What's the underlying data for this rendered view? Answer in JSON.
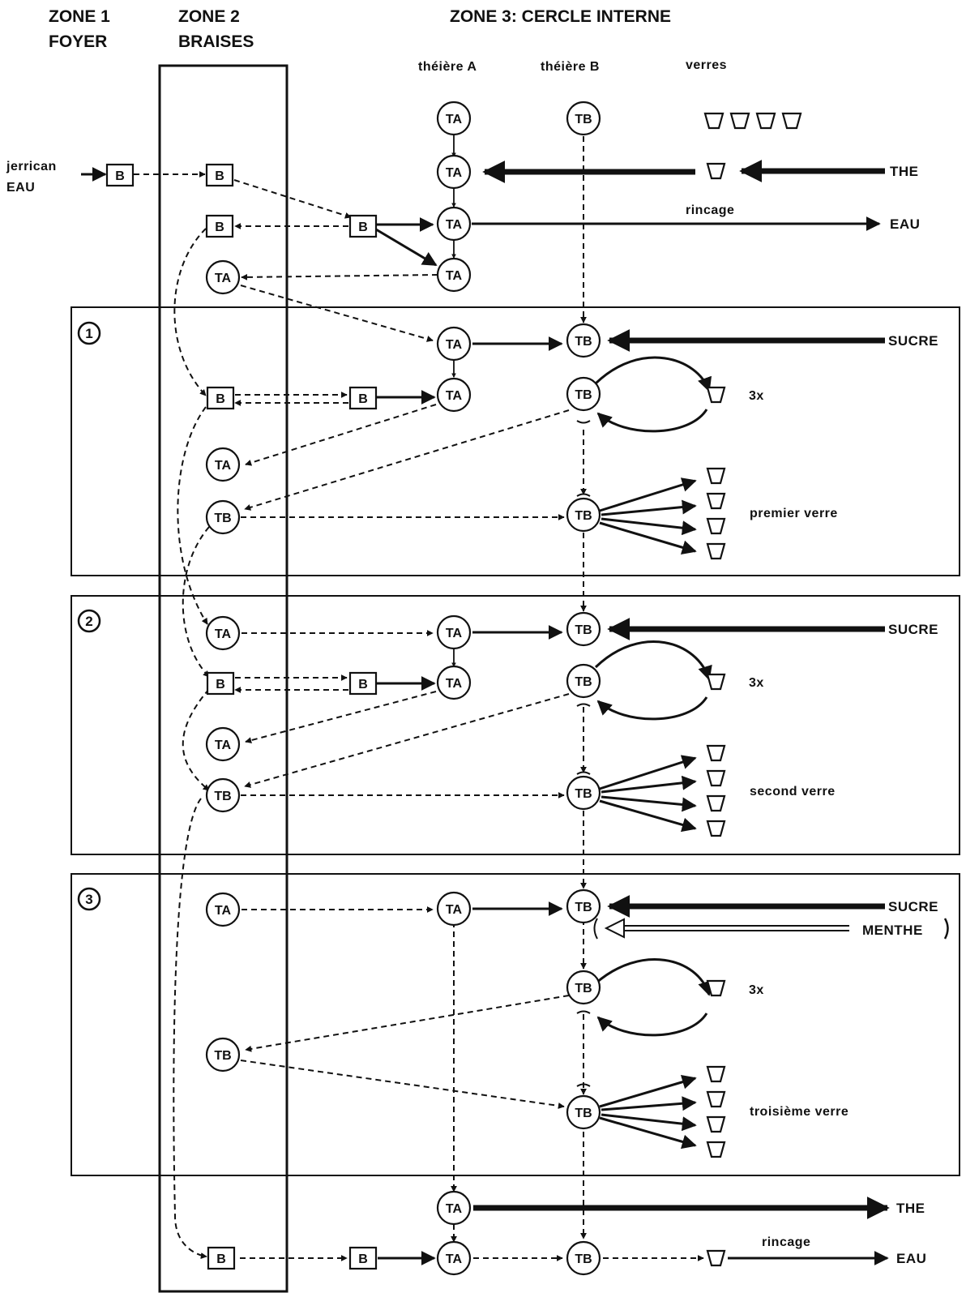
{
  "headers": {
    "zone1_line1": "ZONE 1",
    "zone1_line2": "FOYER",
    "zone2_line1": "ZONE 2",
    "zone2_line2": "BRAISES",
    "zone3": "ZONE 3: CERCLE INTERNE",
    "col_theiere_a": "théière A",
    "col_theiere_b": "théière B",
    "col_verres": "verres"
  },
  "source_labels": {
    "jerrican": "jerrican",
    "eau_in": "EAU",
    "the_top": "THE",
    "eau_top": "EAU",
    "rincage_top": "rincage",
    "the_bottom": "THE",
    "eau_bottom": "EAU",
    "rincage_bottom": "rincage"
  },
  "node_labels": {
    "ta": "TA",
    "tb": "TB",
    "b": "B"
  },
  "steps": [
    {
      "number": "1",
      "sucre": "SUCRE",
      "repeat": "3x",
      "glass_label": "premier verre"
    },
    {
      "number": "2",
      "sucre": "SUCRE",
      "repeat": "3x",
      "glass_label": "second verre"
    },
    {
      "number": "3",
      "sucre": "SUCRE",
      "menthe": "MENTHE",
      "repeat": "3x",
      "glass_label": "troisième verre"
    }
  ]
}
